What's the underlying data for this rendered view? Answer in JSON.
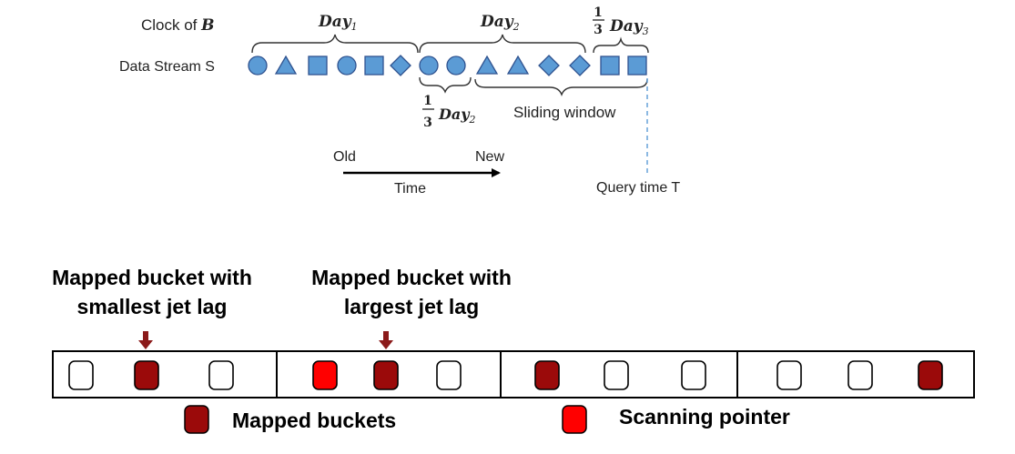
{
  "colors": {
    "shape_fill": "#5B9BD5",
    "shape_stroke": "#2F528F",
    "mapped": "#9B0A0A",
    "pointer": "#FF0000",
    "arrow": "#8B1A1A",
    "dashed": "#5B9BD5",
    "empty_bucket": "#ffffff"
  },
  "top": {
    "clock_label": "Clock of B",
    "clock_prefix": "Clock of ",
    "clock_var": "B",
    "stream_label": "Data Stream S",
    "day1": {
      "base": "Day",
      "sub": "1"
    },
    "day2": {
      "base": "Day",
      "sub": "2"
    },
    "day3": {
      "num": "1",
      "den": "3",
      "base": "Day",
      "sub": "3"
    },
    "third_day2": {
      "num": "1",
      "den": "3",
      "base": "Day",
      "sub": "2"
    },
    "sliding_window": "Sliding window",
    "old": "Old",
    "new": "New",
    "time": "Time",
    "query_time": "Query time T",
    "stream": [
      "circle",
      "triangle",
      "square",
      "circle",
      "square",
      "diamond",
      "circle",
      "circle",
      "triangle",
      "triangle",
      "diamond",
      "diamond",
      "square",
      "square"
    ]
  },
  "bottom": {
    "smallest_label_line1": "Mapped bucket with",
    "smallest_label_line2": "smallest jet lag",
    "largest_label_line1": "Mapped bucket with",
    "largest_label_line2": "largest jet lag",
    "groups": [
      [
        "empty",
        "mapped",
        "empty"
      ],
      [
        "pointer",
        "mapped",
        "empty"
      ],
      [
        "mapped",
        "empty",
        "empty"
      ],
      [
        "empty",
        "empty",
        "mapped"
      ]
    ],
    "legend_mapped": "Mapped buckets",
    "legend_pointer": "Scanning pointer"
  }
}
